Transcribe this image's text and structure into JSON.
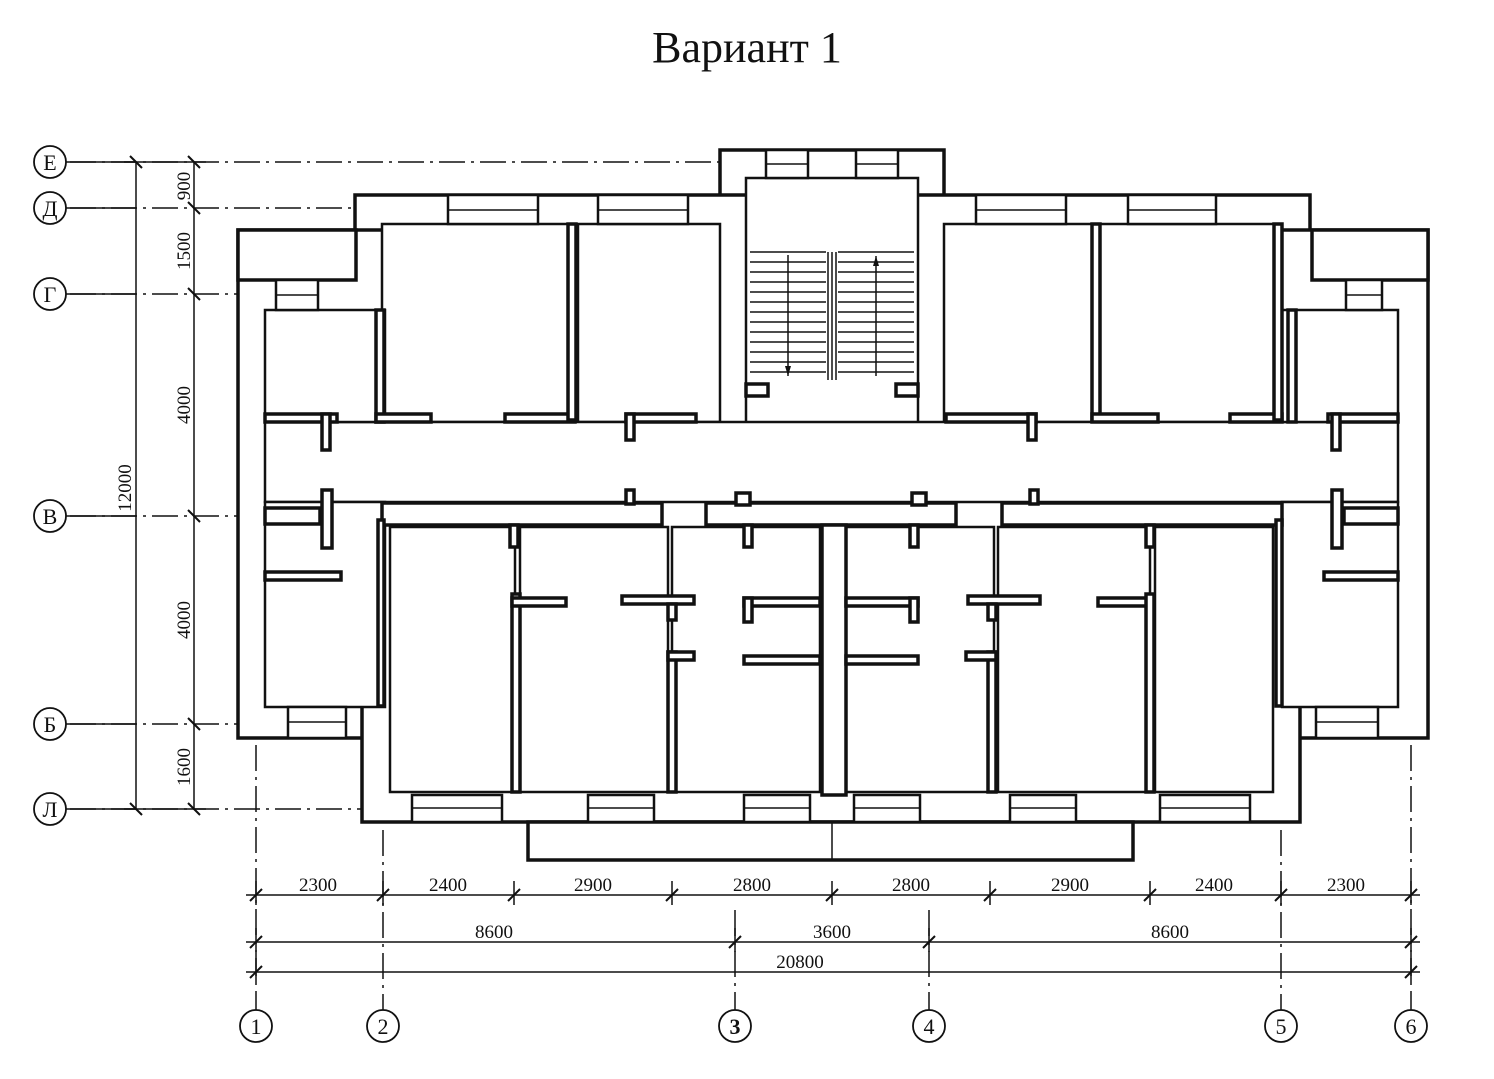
{
  "title": "Вариант 1",
  "axes": {
    "letters": [
      "Е",
      "Д",
      "Г",
      "В",
      "Б",
      "Л"
    ],
    "numbers": [
      "1",
      "2",
      "3",
      "4",
      "5",
      "6"
    ]
  },
  "dimensions": {
    "vertical": [
      "900",
      "1500",
      "4000",
      "4000",
      "1600"
    ],
    "vertical_total": "12000",
    "row1": [
      "2300",
      "2400",
      "2900",
      "2800",
      "2800",
      "2900",
      "2400",
      "2300"
    ],
    "row2": [
      "8600",
      "3600",
      "8600"
    ],
    "row3": "20800"
  }
}
